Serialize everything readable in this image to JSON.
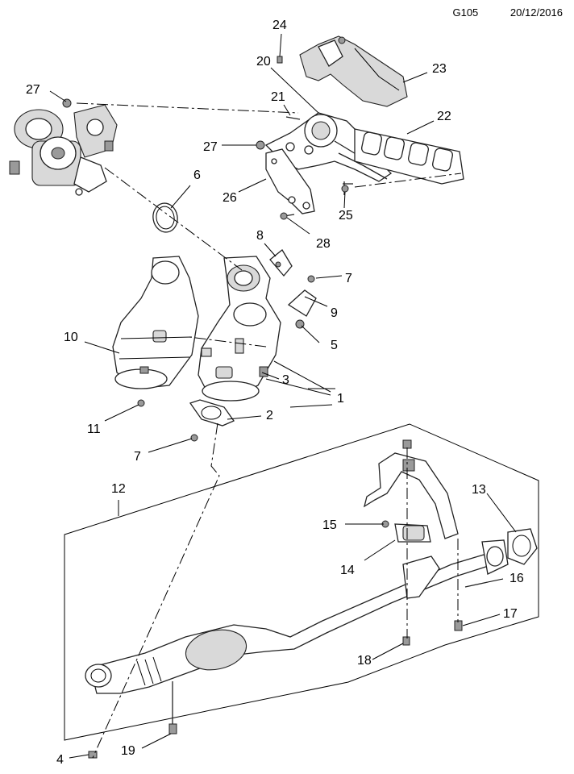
{
  "header": {
    "code": "G105",
    "date": "20/12/2016"
  },
  "callouts": {
    "c1": "1",
    "c2": "2",
    "c3": "3",
    "c4": "4",
    "c5": "5",
    "c6": "6",
    "c7a": "7",
    "c7b": "7",
    "c8": "8",
    "c9": "9",
    "c10": "10",
    "c11": "11",
    "c12": "12",
    "c13": "13",
    "c14": "14",
    "c15": "15",
    "c16": "16",
    "c17": "17",
    "c18": "18",
    "c19": "19",
    "c20": "20",
    "c21": "21",
    "c22": "22",
    "c23": "23",
    "c24": "24",
    "c25": "25",
    "c26": "26",
    "c27a": "27",
    "c27b": "27",
    "c28": "28"
  }
}
